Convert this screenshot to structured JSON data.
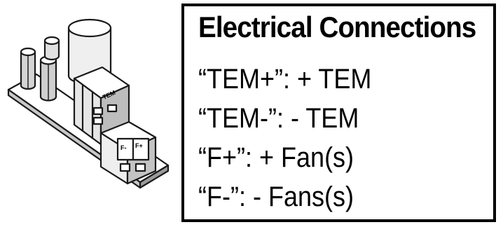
{
  "panel": {
    "title": "Electrical Connections",
    "connections": [
      {
        "terminal": "“TEM+”",
        "description": "+ TEM"
      },
      {
        "terminal": "“TEM-”",
        "description": "- TEM"
      },
      {
        "terminal": "“F+”",
        "description": "+ Fan(s)"
      },
      {
        "terminal": "“F-”",
        "description": "- Fans(s)"
      }
    ]
  },
  "board_labels": {
    "tem_terminal": "TEM",
    "fan_plus": "F+",
    "fan_minus": "F-"
  }
}
